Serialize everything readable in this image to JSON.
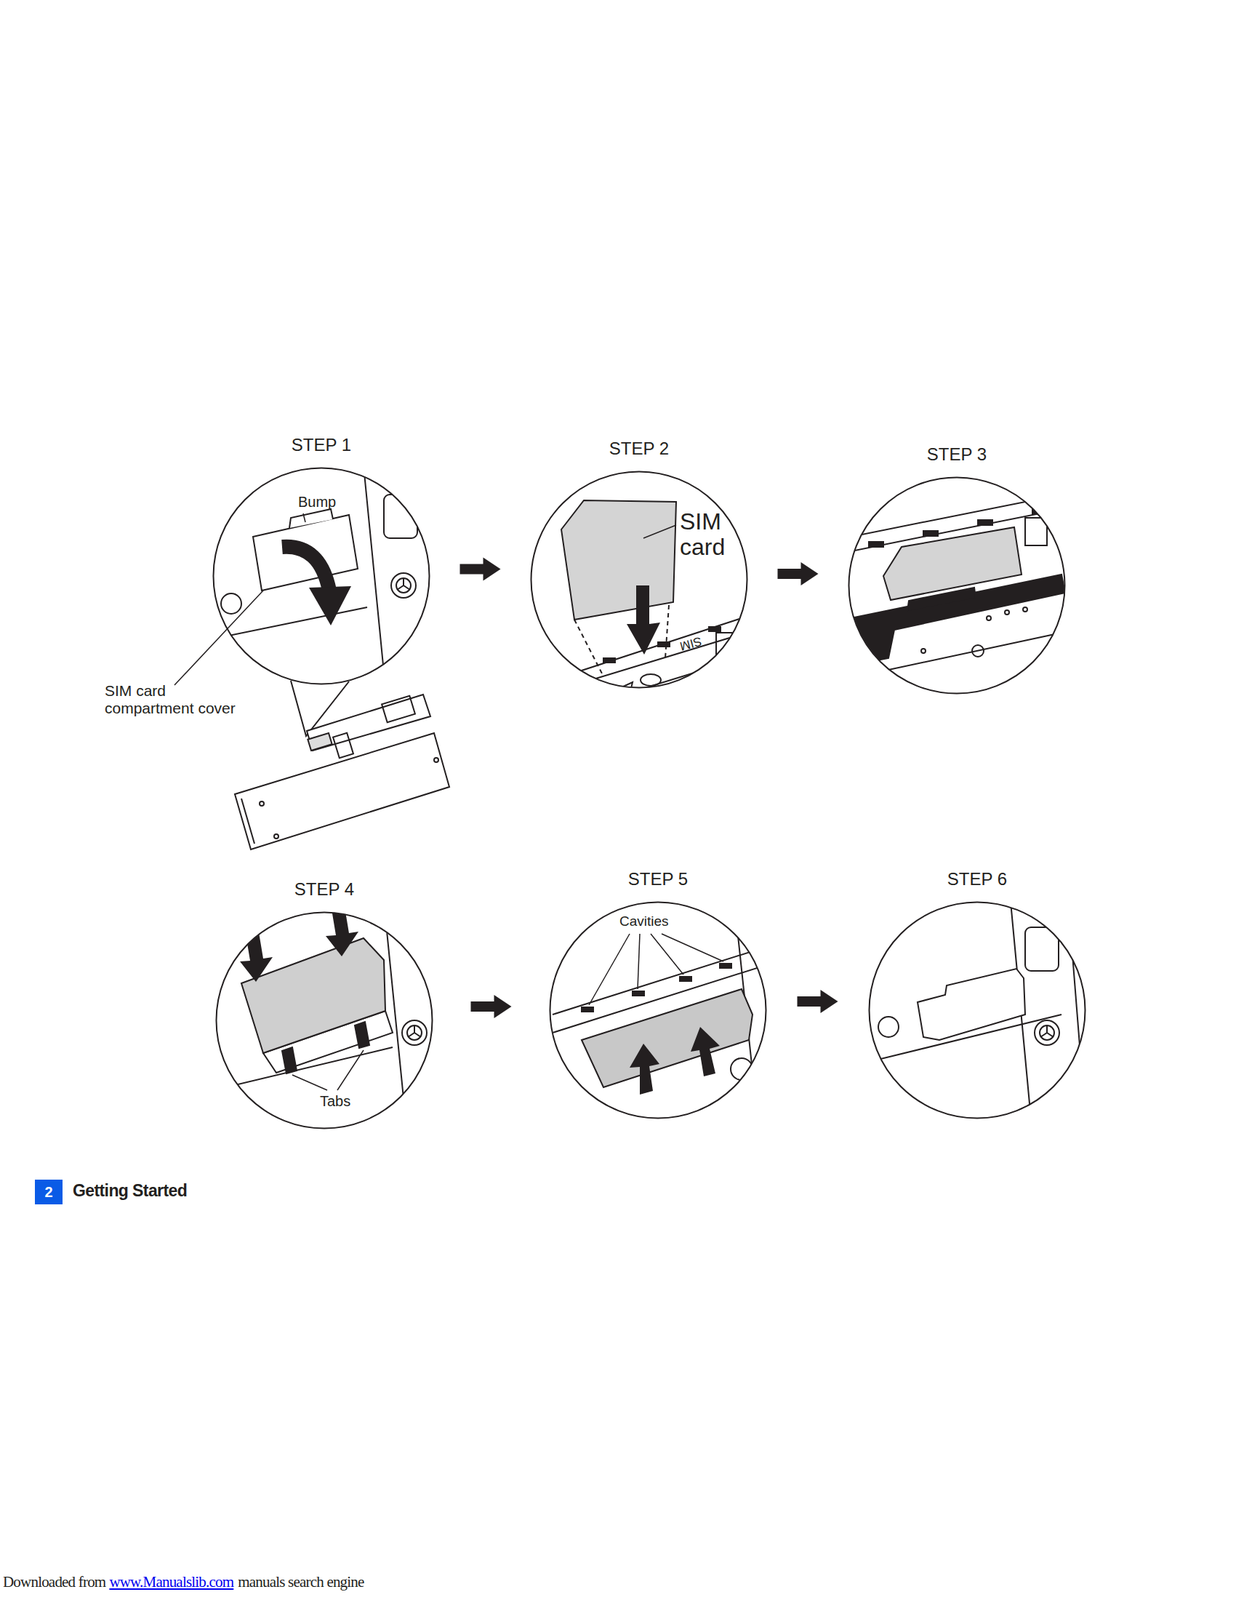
{
  "diagram": {
    "nodes": [
      {
        "text": [
          "STEP 1"
        ]
      },
      {
        "text": [
          "STEP 2"
        ]
      },
      {
        "text": [
          "STEP 3"
        ]
      },
      {
        "text": [
          "STEP 4"
        ]
      },
      {
        "text": [
          "STEP 5"
        ]
      },
      {
        "text": [
          "STEP 6"
        ]
      },
      {
        "text": [
          "2"
        ]
      }
    ],
    "edges": [
      {
        "from": 0,
        "to": 1,
        "arrow": "to"
      },
      {
        "from": 1,
        "to": 2,
        "arrow": "to"
      },
      {
        "from": 3,
        "to": 4,
        "arrow": "to"
      },
      {
        "from": 4,
        "to": 5,
        "arrow": "to"
      }
    ],
    "labels": [
      "Bump",
      "SIM card compartment cover",
      "SIM card",
      "SIM",
      "Cavities",
      "Tabs",
      "Getting Started",
      "Downloaded from",
      "www.Manualslib.com",
      "manuals search engine"
    ]
  }
}
